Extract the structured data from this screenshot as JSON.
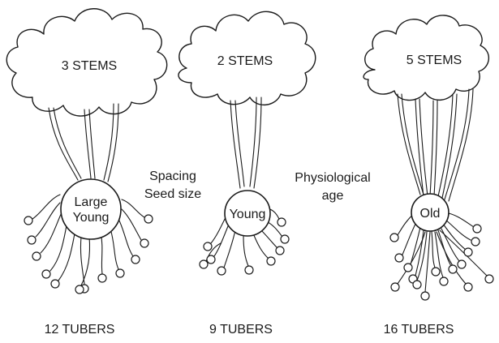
{
  "plants": [
    {
      "stems_label": "3 STEMS",
      "seed_lines": [
        "Large",
        "Young"
      ],
      "tubers_label": "12 TUBERS"
    },
    {
      "stems_label": "2 STEMS",
      "seed_lines": [
        "Young"
      ],
      "tubers_label": "9 TUBERS"
    },
    {
      "stems_label": "5 STEMS",
      "seed_lines": [
        "Old"
      ],
      "tubers_label": "16 TUBERS"
    }
  ],
  "factors": [
    {
      "lines": [
        "Spacing",
        "Seed size"
      ]
    },
    {
      "lines": [
        "Physiological",
        "age"
      ]
    }
  ]
}
